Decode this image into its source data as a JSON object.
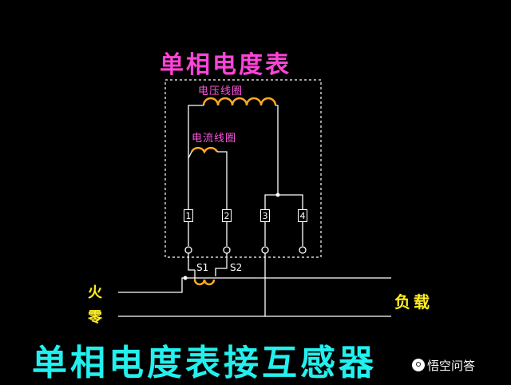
{
  "title": "单相电度表",
  "labels": {
    "voltage_coil": "电压线圈",
    "current_coil": "电流线圈",
    "fire": "火",
    "zero": "零",
    "load": "负载",
    "s1": "S1",
    "s2": "S2"
  },
  "terminals": [
    "1",
    "2",
    "3",
    "4"
  ],
  "bottom_title": "单相电度表接互感器",
  "watermark": "悟空问答",
  "colors": {
    "title": "#ff44d8",
    "coil_labels": "#ff55e0",
    "wire_labels": "#ffee22",
    "bottom_title": "#22f0ee",
    "wires": "#ffffff",
    "coils": "#ffaa22"
  }
}
